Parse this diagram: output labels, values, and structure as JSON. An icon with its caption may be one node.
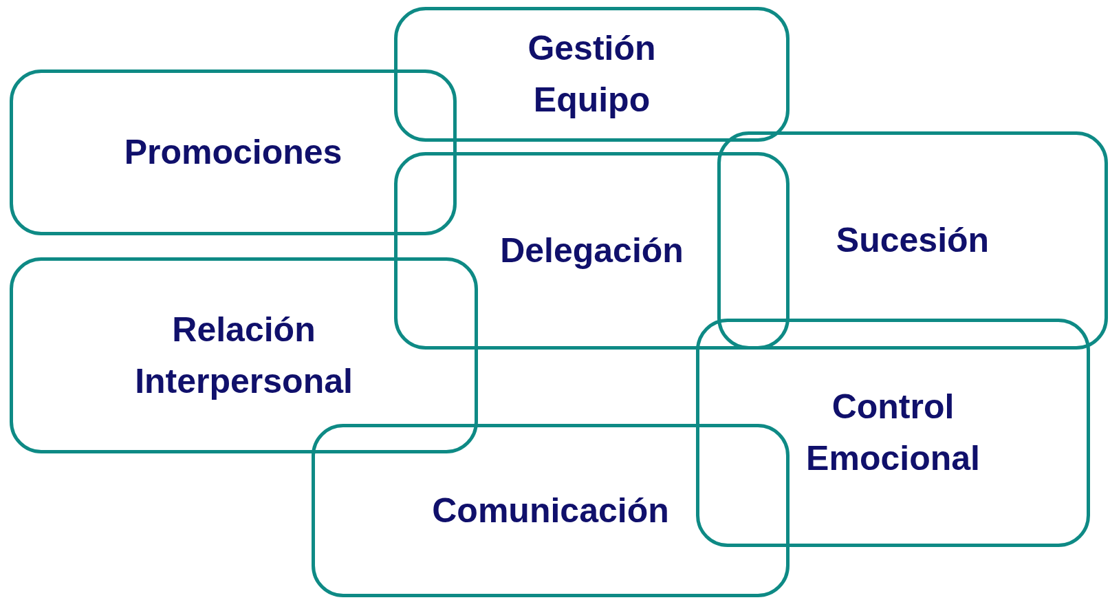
{
  "diagram": {
    "nodes": [
      {
        "text": [
          "Gestión Equipo"
        ]
      },
      {
        "text": [
          "Promociones"
        ]
      },
      {
        "text": [
          "Delegación"
        ]
      },
      {
        "text": [
          "Sucesión"
        ]
      },
      {
        "text": [
          "Relación Interpersonal"
        ]
      },
      {
        "text": [
          "Control Emocional"
        ]
      },
      {
        "text": [
          "Comunicación"
        ]
      }
    ]
  }
}
